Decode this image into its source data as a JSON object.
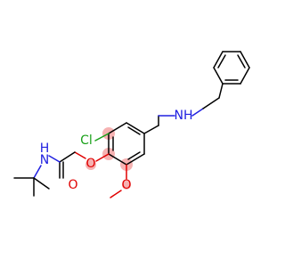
{
  "molecule": {
    "atom_labels": {
      "chlorine": "Cl",
      "ether_oxygen": "O",
      "methoxy_oxygen": "O",
      "carbonyl_oxygen": "O",
      "amide_nitrogen": "N",
      "amide_hydrogen": "H",
      "amine_nitrogen": "NH"
    },
    "colors": {
      "bond": "#000000",
      "chlorine": "#1aa11a",
      "oxygen": "#e00000",
      "nitrogen": "#2020e0",
      "highlight": "#f4a4a4"
    }
  }
}
